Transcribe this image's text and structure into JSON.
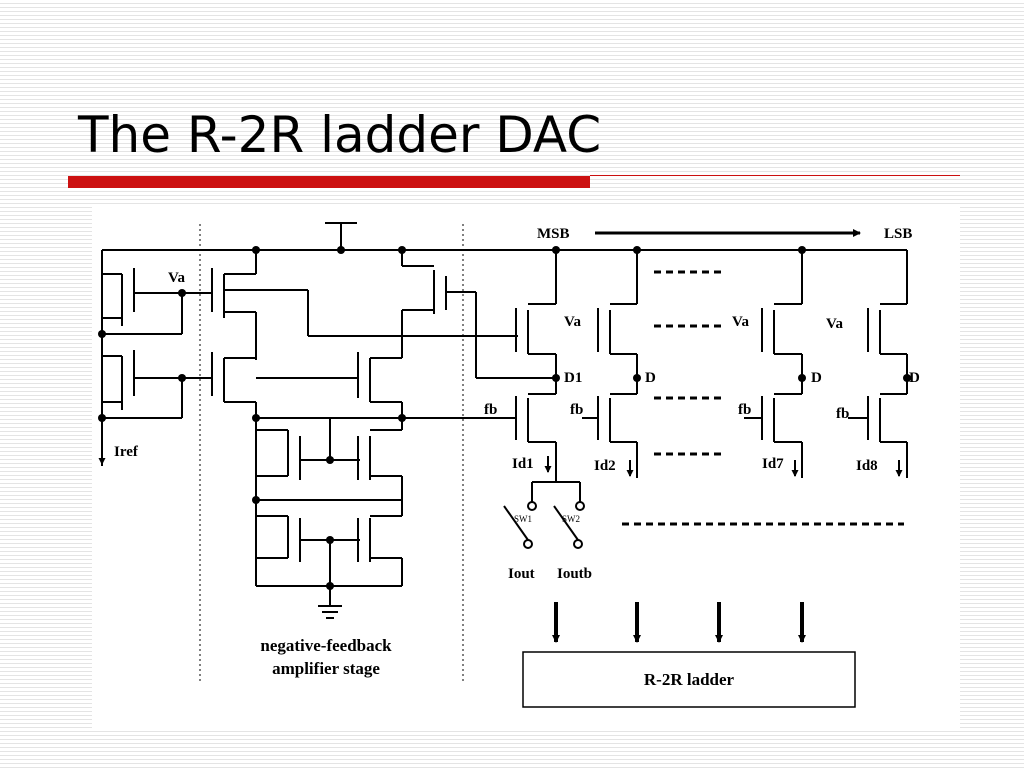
{
  "slide": {
    "title": "The R-2R ladder DAC",
    "accent_color": "#cc1111",
    "rule_color": "#cc1111"
  },
  "diagram": {
    "labels": {
      "msb": "MSB",
      "lsb": "LSB",
      "va": "Va",
      "iref": "Iref",
      "d1": "D1",
      "d": "D",
      "fb": "fb",
      "id1": "Id1",
      "id2": "Id2",
      "id7": "Id7",
      "id8": "Id8",
      "sw1": "SW1",
      "sw2": "SW2",
      "iout": "Iout",
      "ioutb": "Ioutb",
      "stage_line1": "negative-feedback",
      "stage_line2": "amplifier stage",
      "ladder": "R-2R ladder"
    }
  }
}
